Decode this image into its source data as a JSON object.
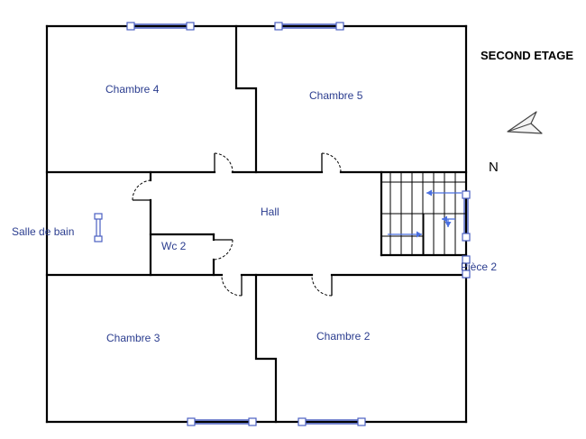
{
  "title": "SECOND ETAGE",
  "north": "N",
  "rooms": {
    "chambre4": "Chambre 4",
    "chambre5": "Chambre 5",
    "hall": "Hall",
    "salle_de_bain": "Salle de bain",
    "wc2": "Wc 2",
    "piece2": "Pièce 2",
    "chambre3": "Chambre 3",
    "chambre2": "Chambre 2"
  },
  "colors": {
    "label": "#2b3d8f",
    "window": "#4a5fc1",
    "stair_arrow": "#4a6fe0",
    "wall": "#000000"
  }
}
